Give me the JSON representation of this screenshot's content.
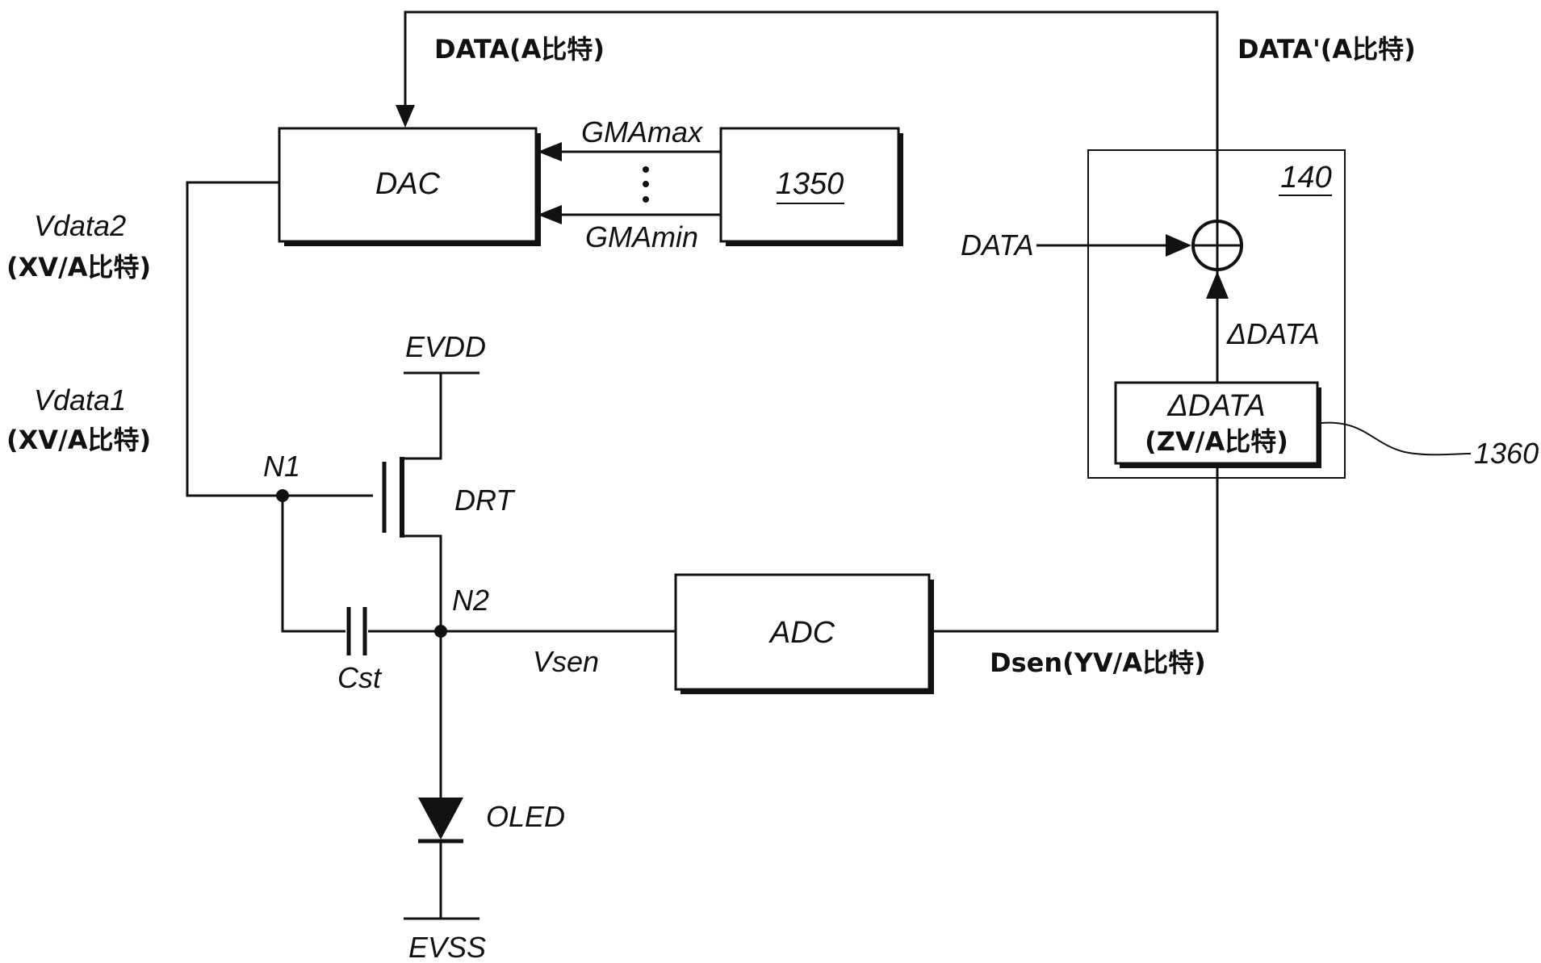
{
  "diagram": {
    "blocks": {
      "dac": "DAC",
      "adc": "ADC",
      "gamma_source": "1350",
      "compensator": "140",
      "delta_block_line1": "ΔDATA",
      "delta_block_line2": "(ZV/A比特)"
    },
    "signals": {
      "data_in": "DATA(A比特)",
      "data_out": "DATA'(A比特)",
      "gma_max": "GMAmax",
      "gma_min": "GMAmin",
      "data": "DATA",
      "delta_data": "ΔDATA",
      "vdata2_line1": "Vdata2",
      "vdata2_line2": "(XV/A比特)",
      "vdata1_line1": "Vdata1",
      "vdata1_line2": "(XV/A比特)",
      "vsen": "Vsen",
      "dsen": "Dsen(YV/A比特)"
    },
    "circuit": {
      "evdd": "EVDD",
      "evss": "EVSS",
      "n1": "N1",
      "n2": "N2",
      "drt": "DRT",
      "cst": "Cst",
      "oled": "OLED"
    },
    "reference": "1360"
  }
}
